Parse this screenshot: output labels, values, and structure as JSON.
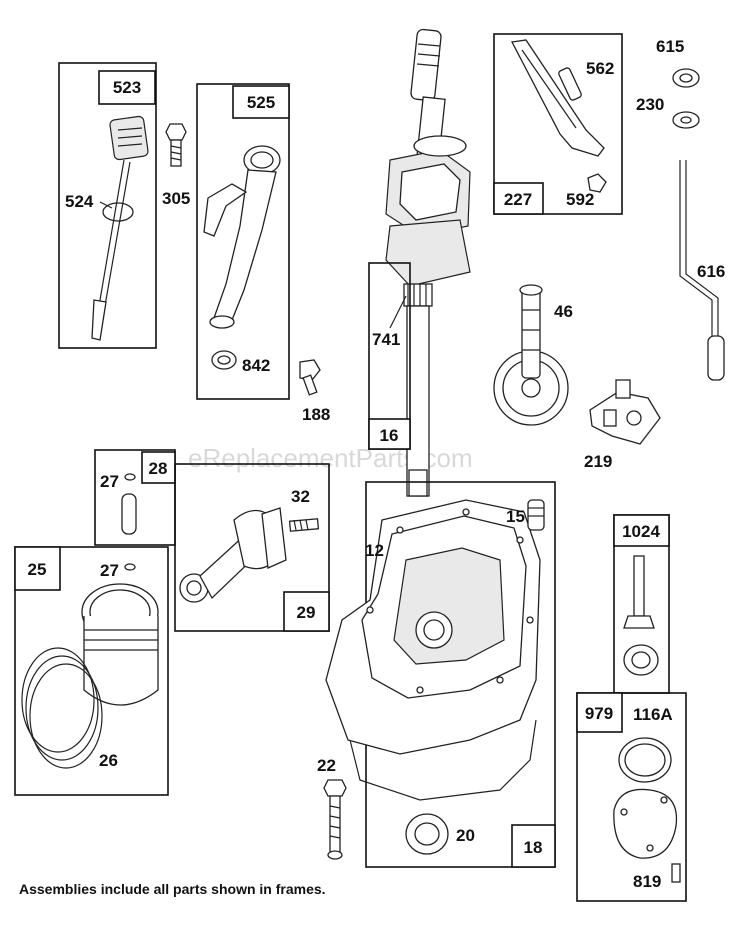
{
  "watermark": "eReplacementParts.com",
  "footer_note": "Assemblies include all parts shown in frames.",
  "frames": {
    "f523": "523",
    "f525": "525",
    "f227": "227",
    "f16": "16",
    "f28": "28",
    "f29": "29",
    "f25": "25",
    "f18": "18",
    "f1024": "1024",
    "f979": "979"
  },
  "parts": {
    "p524": "524",
    "p305": "305",
    "p842": "842",
    "p188": "188",
    "p562": "562",
    "p592": "592",
    "p615": "615",
    "p230": "230",
    "p616": "616",
    "p741": "741",
    "p46": "46",
    "p219": "219",
    "p27a": "27",
    "p32": "32",
    "p27b": "27",
    "p26": "26",
    "p12": "12",
    "p15": "15",
    "p22": "22",
    "p20": "20",
    "p116a": "116A",
    "p819": "819"
  }
}
